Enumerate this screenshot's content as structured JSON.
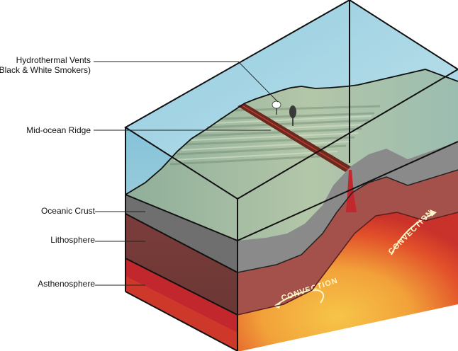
{
  "labels": {
    "hydrothermal_vents_line1": "Hydrothermal Vents",
    "hydrothermal_vents_line2": "(Black & White Smokers)",
    "mid_ocean_ridge": "Mid-ocean Ridge",
    "oceanic_crust": "Oceanic Crust",
    "lithosphere": "Lithosphere",
    "asthenosphere": "Asthenosphere"
  },
  "arrows": {
    "convection_left": "CONVECTION",
    "convection_right": "CONVECTION"
  },
  "colors": {
    "water": "#9ccfe0",
    "seafloor": "#9bb9a4",
    "crust": "#7c7c7c",
    "lithosphere": "#a4504b",
    "asthenosphere": "#d9472a",
    "magma": "#f4b43a",
    "outline": "#111111"
  }
}
